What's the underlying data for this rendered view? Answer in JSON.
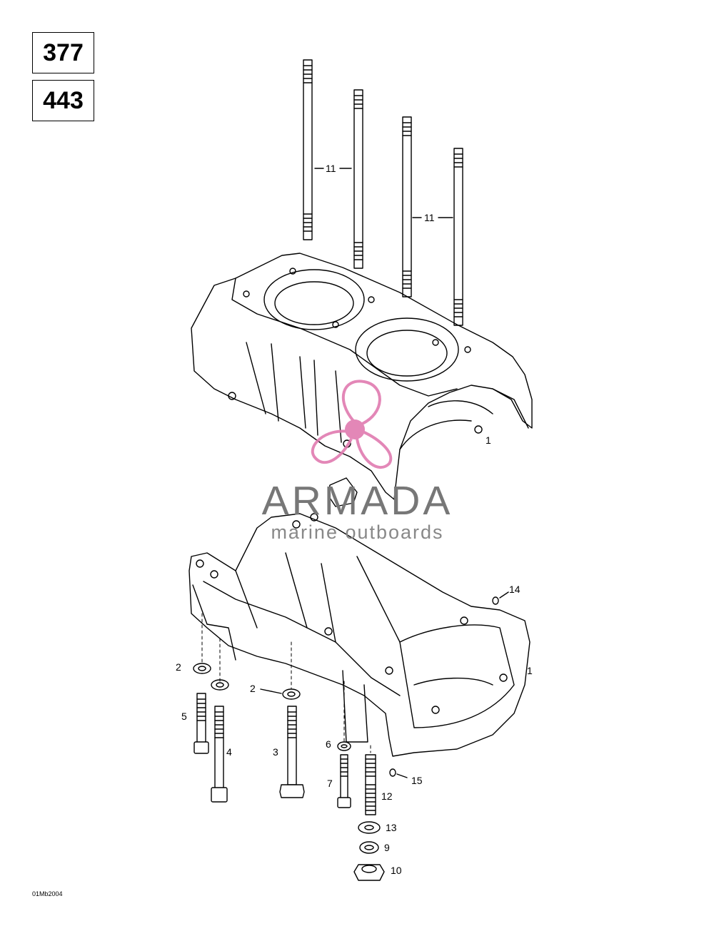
{
  "engine_types": [
    "377",
    "443"
  ],
  "callouts": {
    "p11a": "11",
    "p11b": "11",
    "p1_upper": "1",
    "p14": "14",
    "p1_lower": "1",
    "p2_left": "2",
    "p2_mid": "2",
    "p5": "5",
    "p4": "4",
    "p3": "3",
    "p6": "6",
    "p7": "7",
    "p12": "12",
    "p15": "15",
    "p13": "13",
    "p9": "9",
    "p10": "10"
  },
  "watermark": {
    "name": "ARMADA",
    "tagline": "marine outboards",
    "accent": "#e07bb0"
  },
  "drawing_code": "01Mb2004"
}
